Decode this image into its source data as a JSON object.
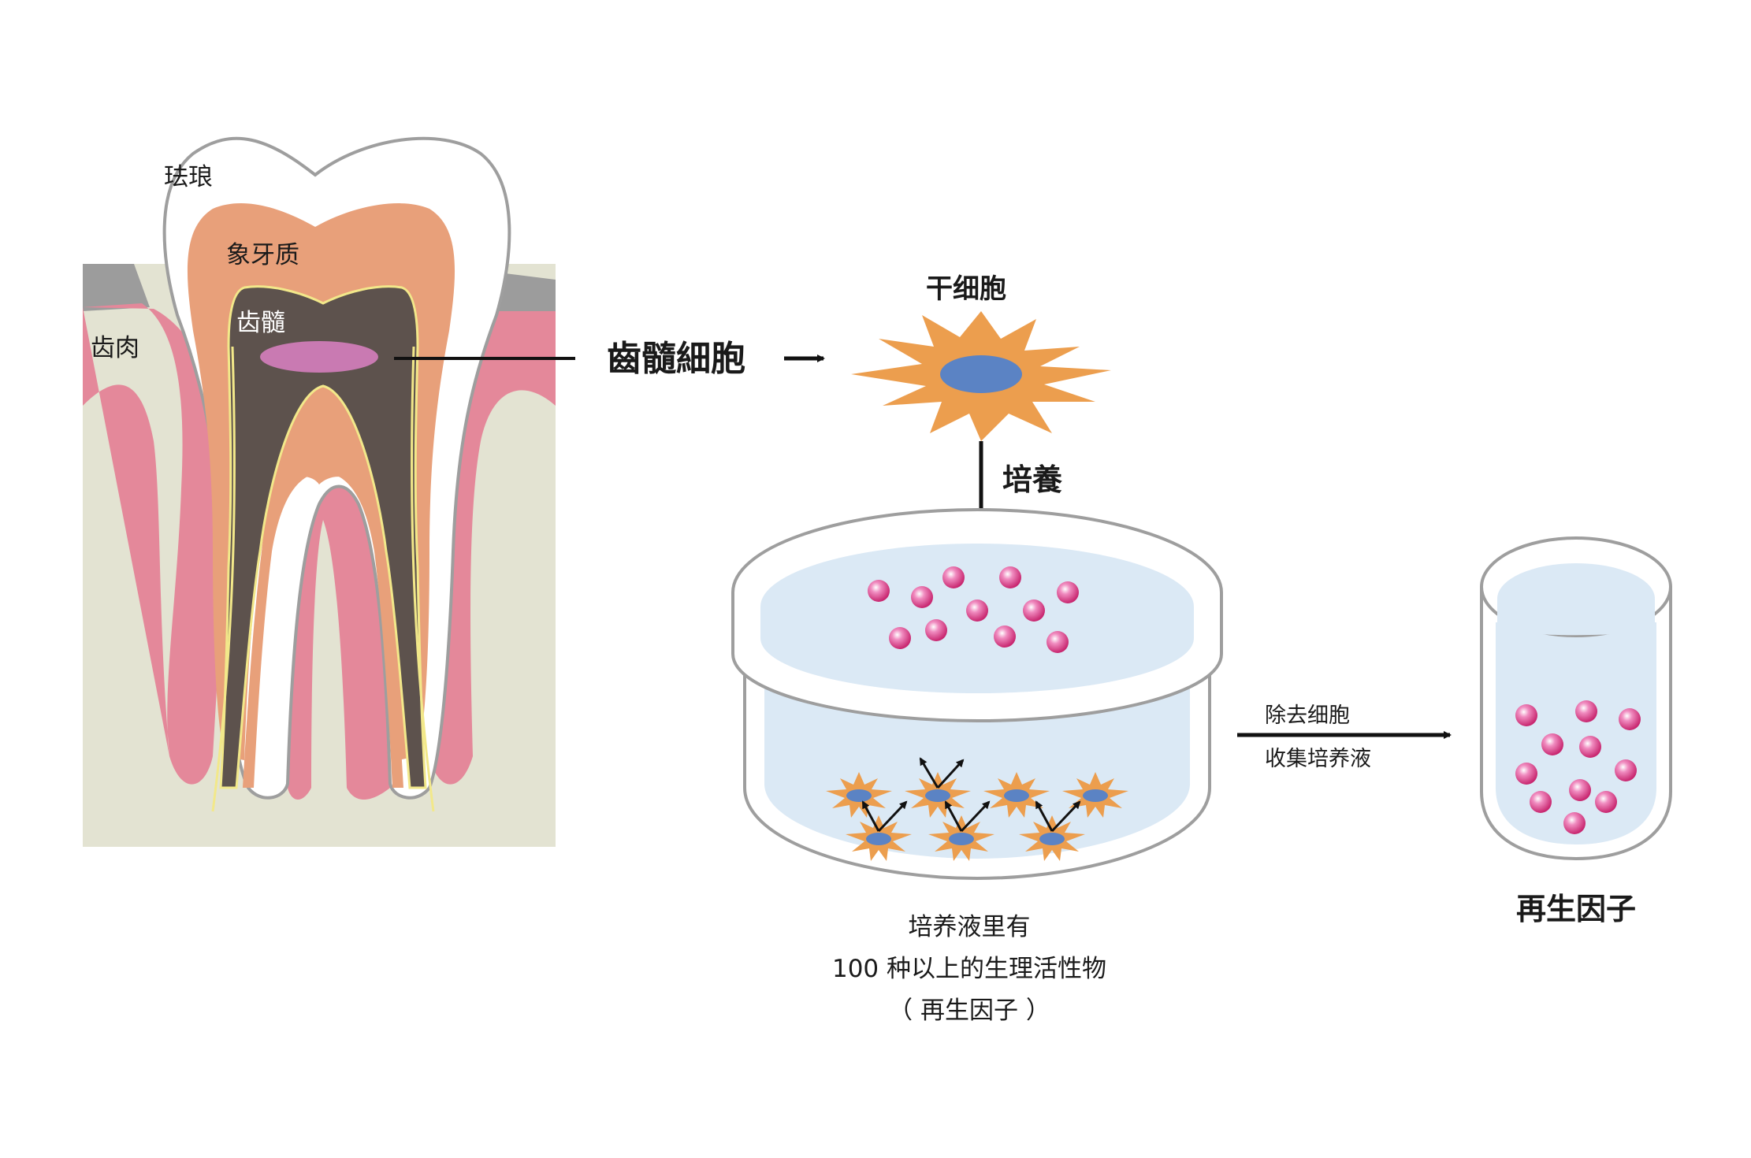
{
  "tooth": {
    "enamel": "珐琅",
    "dentin": "象牙质",
    "pulp": "齿髓",
    "gum": "齿肉"
  },
  "pulp_cell_label": "齒髓細胞",
  "stem_cell_label": "干细胞",
  "culture_label": "培養",
  "process_label_line1": "除去细胞",
  "process_label_line2": "收集培养液",
  "dish_caption": {
    "line1": "培养液里有",
    "line2": "100 种以上的生理活性物",
    "line3": "（ 再生因子 ）"
  },
  "result_label": "再生因子",
  "colors": {
    "enamel": "#ffffff",
    "dentin": "#e8a07a",
    "pulp": "#5d524d",
    "nerve": "#f2e88a",
    "gum": "#e4889a",
    "bone": "#e3e3d2",
    "gray_gum_top": "#9c9c9c",
    "pulp_cell": "#c97ab2",
    "stem_cell_body": "#ec9e4e",
    "stem_cell_nucleus": "#5b83c4",
    "liquid": "#dbe9f5",
    "factor_ball": "#d83c8a",
    "container_outline": "#9e9e9e"
  }
}
